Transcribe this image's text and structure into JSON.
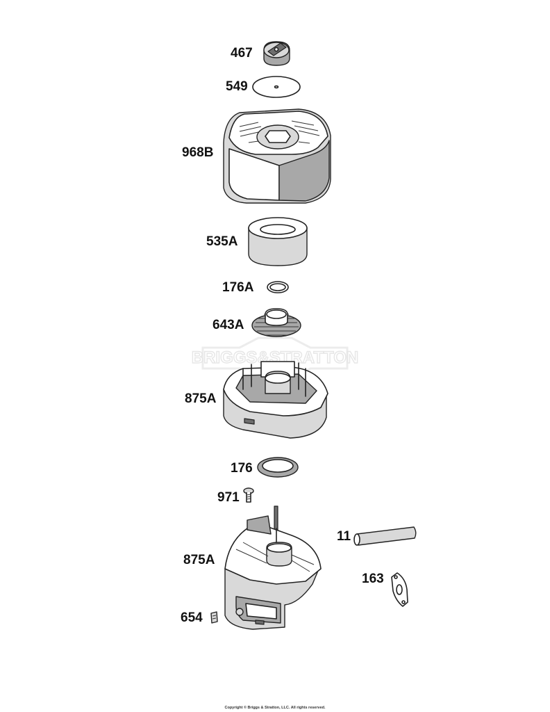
{
  "watermark": {
    "text": "BRIGGS&STRATTON"
  },
  "callouts": {
    "p467": "467",
    "p549": "549",
    "p968b": "968B",
    "p535a": "535A",
    "p176a": "176A",
    "p643a": "643A",
    "p875a_top": "875A",
    "p176": "176",
    "p971": "971",
    "p11": "11",
    "p875a_bottom": "875A",
    "p163": "163",
    "p654": "654"
  },
  "footer": {
    "copyright": "Copyright © Briggs & Stratton, LLC. All rights reserved."
  }
}
